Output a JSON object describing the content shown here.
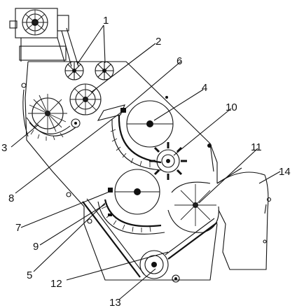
{
  "labels": [
    "1",
    "2",
    "3",
    "4",
    "5",
    "6",
    "7",
    "8",
    "9",
    "10",
    "11",
    "12",
    "13",
    "14"
  ]
}
